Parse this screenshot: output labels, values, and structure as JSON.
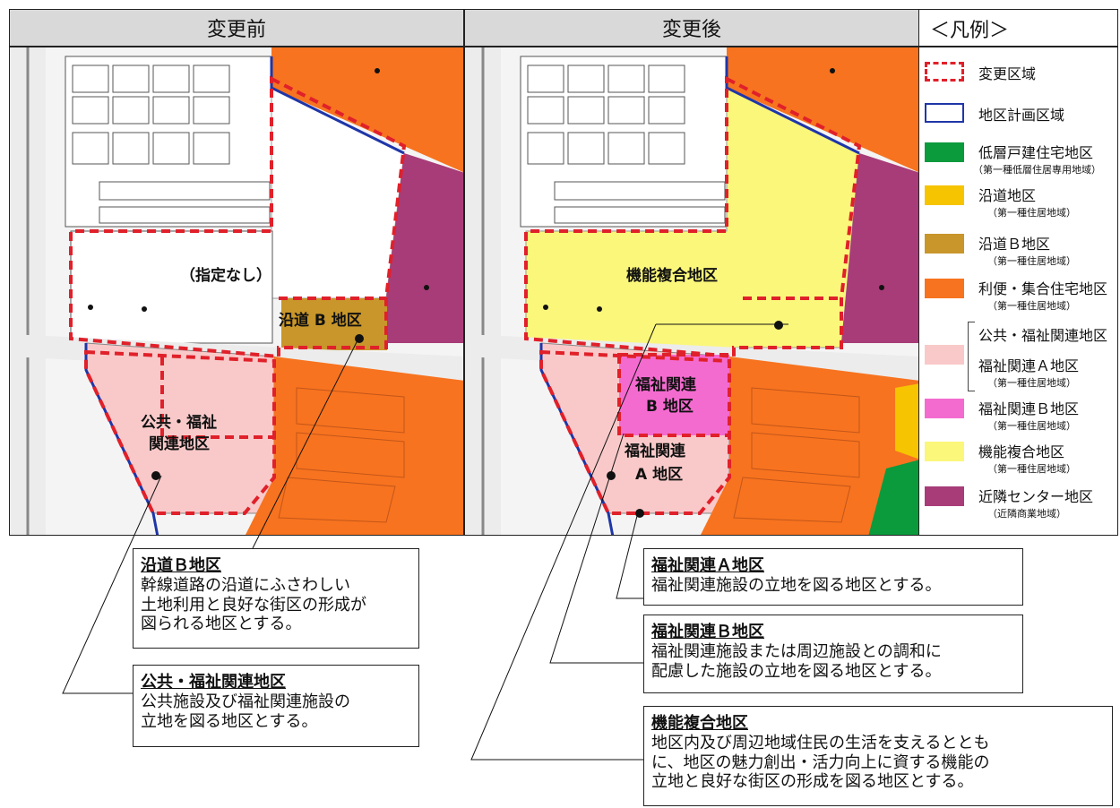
{
  "header": {
    "before": "変更前",
    "after": "変更後",
    "legend_title": "＜凡例＞"
  },
  "colors": {
    "change_area": "#e0202a",
    "plan_boundary": "#1f36a8",
    "low_rise": "#0b9a3c",
    "roadside": "#f6c400",
    "roadside_b": "#c8962a",
    "convenience": "#f7731f",
    "public_welfare": "#f9c9c9",
    "welfare_b": "#f46bd0",
    "multi_function": "#fbf77a",
    "neighborhood_center": "#a83c78"
  },
  "legend": [
    {
      "label": "変更区域",
      "sub": ""
    },
    {
      "label": "地区計画区域",
      "sub": ""
    },
    {
      "label": "低層戸建住宅地区",
      "sub": "（第一種低層住居専用地域）"
    },
    {
      "label": "沿道地区",
      "sub": "（第一種住居地域）"
    },
    {
      "label": "沿道Ｂ地区",
      "sub": "（第一種住居地域）"
    },
    {
      "label": "利便・集合住宅地区",
      "sub": "（第一種住居地域）"
    },
    {
      "label": "公共・福祉関連地区",
      "sub": ""
    },
    {
      "label": "福祉関連Ａ地区",
      "sub": "（第一種住居地域）"
    },
    {
      "label": "福祉関連Ｂ地区",
      "sub": "（第一種住居地域）"
    },
    {
      "label": "機能複合地区",
      "sub": "（第一種住居地域）"
    },
    {
      "label": "近隣センター地区",
      "sub": "（近隣商業地域）"
    }
  ],
  "map_labels": {
    "before_none": "（指定なし）",
    "before_roadside_b": "沿道 B 地区",
    "before_public_1": "公共・福祉",
    "before_public_2": "関連地区",
    "after_multi": "機能複合地区",
    "after_welfare_b_1": "福祉関連",
    "after_welfare_b_2": "B 地区",
    "after_welfare_a_1": "福祉関連",
    "after_welfare_a_2": "A 地区"
  },
  "descriptions": {
    "roadside_b": {
      "title": "沿道Ｂ地区",
      "text": "幹線道路の沿道にふさわしい\n土地利用と良好な街区の形成が\n図られる地区とする。"
    },
    "public_welfare": {
      "title": "公共・福祉関連地区",
      "text": "公共施設及び福祉関連施設の\n立地を図る地区とする。"
    },
    "welfare_a": {
      "title": "福祉関連Ａ地区",
      "text": "福祉関連施設の立地を図る地区とする。"
    },
    "welfare_b": {
      "title": "福祉関連Ｂ地区",
      "text": "福祉関連施設または周辺施設との調和に\n配慮した施設の立地を図る地区とする。"
    },
    "multi_function": {
      "title": "機能複合地区",
      "text": "地区内及び周辺地域住民の生活を支えるととも\nに、地区の魅力創出・活力向上に資する機能の\n立地と良好な街区の形成を図る地区とする。"
    }
  }
}
